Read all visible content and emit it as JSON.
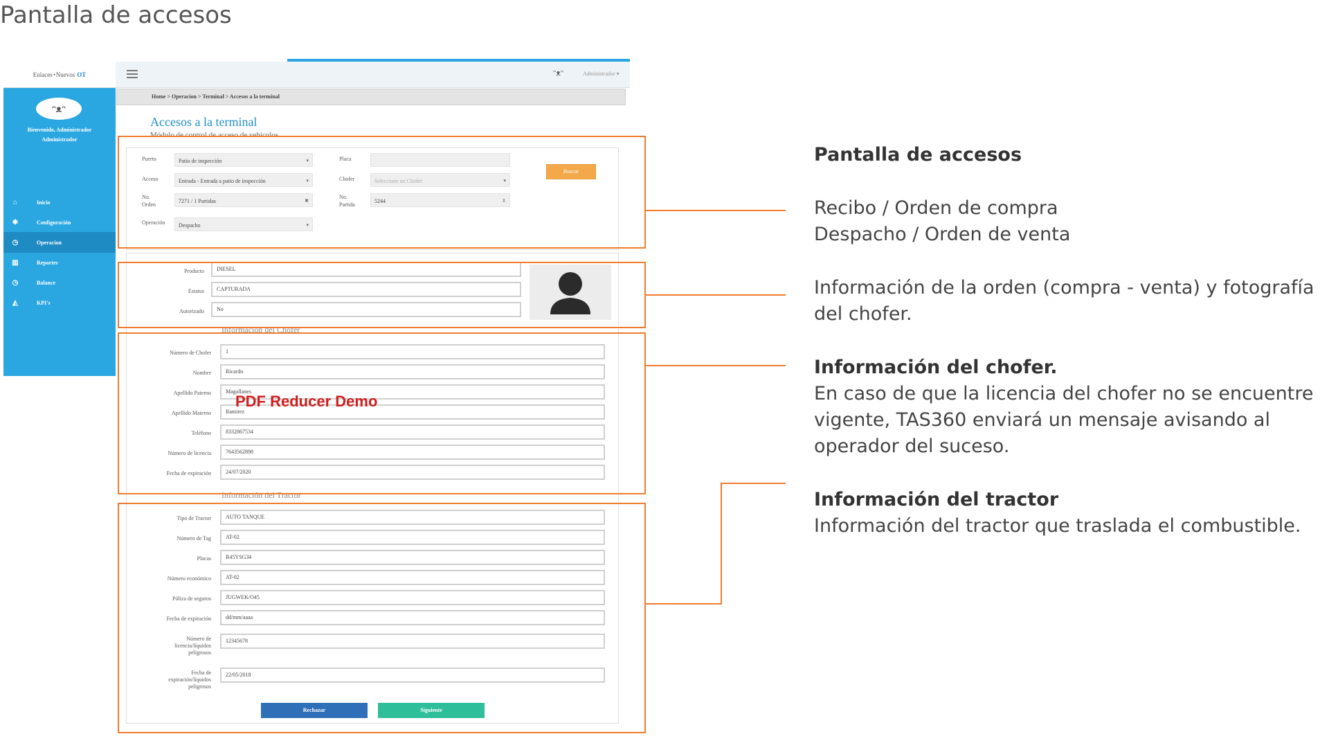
{
  "page_heading": "Pantalla de accesos",
  "app": {
    "logo_text": "Enlaces+Nuevos",
    "logo_suffix": "OT",
    "top_logo": "ᵔᴥᵔ",
    "top_user": "Administrador",
    "sidebar_logo": "ᵔᴥᵔ",
    "welcome_line1": "Bienvenido, Administrador",
    "welcome_line2": "Administrador",
    "menu": [
      {
        "label": "Inicio",
        "icon": "home-icon"
      },
      {
        "label": "Configuración",
        "icon": "gear-icon"
      },
      {
        "label": "Operacion",
        "icon": "clock-icon"
      },
      {
        "label": "Reportes",
        "icon": "bar-chart-icon"
      },
      {
        "label": "Balance",
        "icon": "clock-icon"
      },
      {
        "label": "KPI's",
        "icon": "area-chart-icon"
      }
    ],
    "breadcrumb": "Home > Operacion > Terminal > Accesos a la terminal",
    "title": "Accesos a la terminal",
    "subtitle": "Módulo de control de acceso de vehículos"
  },
  "search_form": {
    "puerto_label": "Puerto",
    "puerto_value": "Patio de inspección",
    "acceso_label": "Acceso",
    "acceso_value": "Entrada - Entrada a patio de inspección",
    "no_orden_label_1": "No.",
    "no_orden_label_2": "Orden",
    "no_orden_value": "7271 / 1 Partidas",
    "operacion_label": "Operación",
    "operacion_value": "Despacho",
    "placa_label": "Placa",
    "placa_value": "",
    "chofer_label": "Chofer",
    "chofer_placeholder": "Seleccione un Chofer",
    "no_partida_label_1": "No.",
    "no_partida_label_2": "Partida",
    "no_partida_value": "5244",
    "search_button": "Buscar"
  },
  "order_info": {
    "producto_label": "Producto",
    "producto_value": "DIESEL",
    "estatus_label": "Estatus",
    "estatus_value": "CAPTURADA",
    "autorizado_label": "Autorizado",
    "autorizado_value": "No"
  },
  "driver": {
    "section_title": "Información del Chofer",
    "fields": [
      {
        "label": "Número de Chofer",
        "value": "1"
      },
      {
        "label": "Nombre",
        "value": "Ricardo"
      },
      {
        "label": "Apellido Paterno",
        "value": "Magallanes"
      },
      {
        "label": "Apellido Materno",
        "value": "Ramirez"
      },
      {
        "label": "Teléfono",
        "value": "8332867534"
      },
      {
        "label": "Número de licencia",
        "value": "7643562898"
      },
      {
        "label": "Fecha de expiración",
        "value": "24/07/2020"
      }
    ]
  },
  "tractor": {
    "section_title": "Información del Tractor",
    "fields": [
      {
        "label": "Tipo de Tractor",
        "value": "AUTO TANQUE"
      },
      {
        "label": "Número de Tag",
        "value": "AT-02"
      },
      {
        "label": "Placas",
        "value": "R45YSG34"
      },
      {
        "label": "Número económico",
        "value": "AT-02"
      },
      {
        "label": "Póliza de seguros",
        "value": "JUGWEK/O45"
      },
      {
        "label": "Fecha de expiración",
        "value": "dd/mm/aaaa"
      }
    ],
    "hazmat_license_label_1": "Número de",
    "hazmat_license_label_2": "licencia/líquidos",
    "hazmat_license_label_3": "peligrosos",
    "hazmat_license_value": "12345678",
    "hazmat_exp_label_1": "Fecha de",
    "hazmat_exp_label_2": "expiración/líquidos",
    "hazmat_exp_label_3": "peligrosos",
    "hazmat_exp_value": "22/05/2018",
    "reject_button": "Rechazar",
    "next_button": "Siguiente"
  },
  "watermark": "PDF Reducer Demo",
  "annotations": {
    "a1_title": "Pantalla de accesos",
    "a2_line1": "Recibo / Orden de compra",
    "a2_line2": "Despacho / Orden de venta",
    "a3_line1": "Información de la orden (compra - venta) y fotografía",
    "a3_line2": "del chofer.",
    "a4_title": "Información del chofer.",
    "a4_line1": "En caso de que la licencia del chofer no se  encuentre",
    "a4_line2": "vigente, TAS360 enviará un mensaje avisando al",
    "a4_line3": "operador del suceso.",
    "a5_title": "Información del tractor",
    "a5_line1": "Información del tractor que traslada el combustible."
  },
  "colors": {
    "highlight": "#f07b2c",
    "sidebar": "#2aa7e1",
    "title_blue": "#1f8fc6",
    "search_button": "#f3a94a",
    "reject_button": "#2e6fb7",
    "next_button": "#2ebf9a"
  }
}
